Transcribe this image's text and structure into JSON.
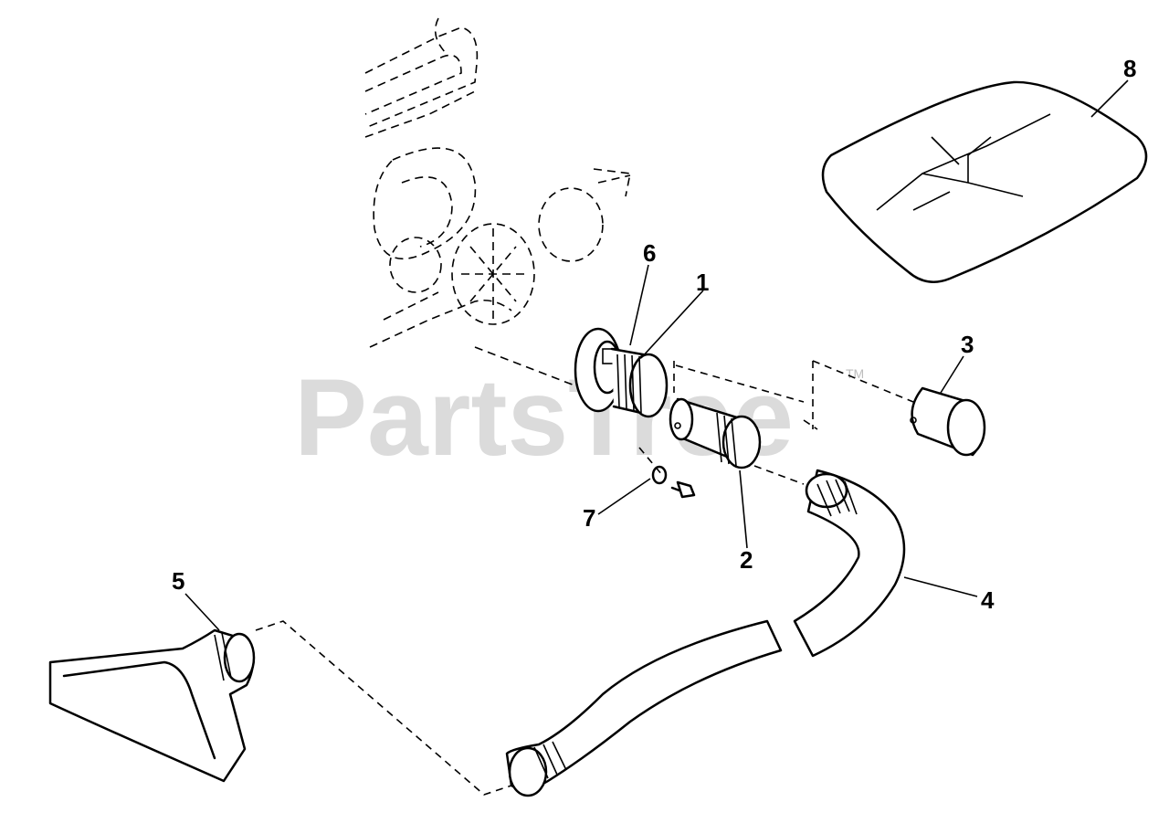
{
  "watermark": {
    "text": "PartsTree",
    "trademark": "TM"
  },
  "callouts": {
    "p1": "1",
    "p2": "2",
    "p3": "3",
    "p4": "4",
    "p5": "5",
    "p6": "6",
    "p7": "7",
    "p8": "8"
  }
}
